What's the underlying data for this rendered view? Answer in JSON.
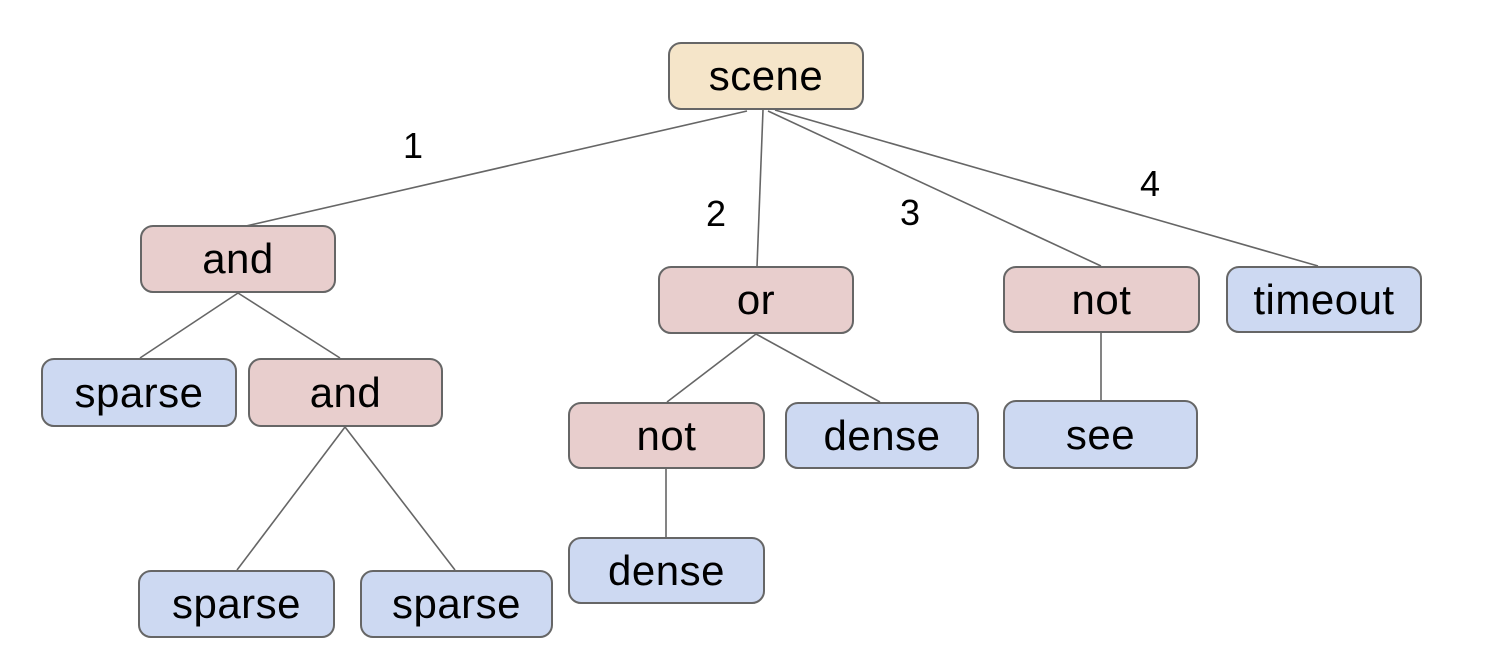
{
  "nodes": {
    "scene": "scene",
    "and_1": "and",
    "or_1": "or",
    "not_1": "not",
    "timeout": "timeout",
    "sparse_1": "sparse",
    "and_2": "and",
    "not_2": "not",
    "dense_1": "dense",
    "see": "see",
    "dense_2": "dense",
    "sparse_2": "sparse",
    "sparse_3": "sparse"
  },
  "edge_labels": {
    "e1": "1",
    "e2": "2",
    "e3": "3",
    "e4": "4"
  },
  "colors": {
    "root_fill": "#f5e5c9",
    "operator_fill": "#e8cecd",
    "leaf_fill": "#cdd9f2",
    "node_border": "#666666",
    "edge_line": "#666666",
    "text": "#000000",
    "background": "#ffffff"
  },
  "tree": {
    "label": "scene",
    "children": [
      {
        "edge": "1",
        "label": "and",
        "children": [
          {
            "label": "sparse"
          },
          {
            "label": "and",
            "children": [
              {
                "label": "sparse"
              },
              {
                "label": "sparse"
              }
            ]
          }
        ]
      },
      {
        "edge": "2",
        "label": "or",
        "children": [
          {
            "label": "not",
            "children": [
              {
                "label": "dense"
              }
            ]
          },
          {
            "label": "dense"
          }
        ]
      },
      {
        "edge": "3",
        "label": "not",
        "children": [
          {
            "label": "see"
          }
        ]
      },
      {
        "edge": "4",
        "label": "timeout"
      }
    ]
  }
}
